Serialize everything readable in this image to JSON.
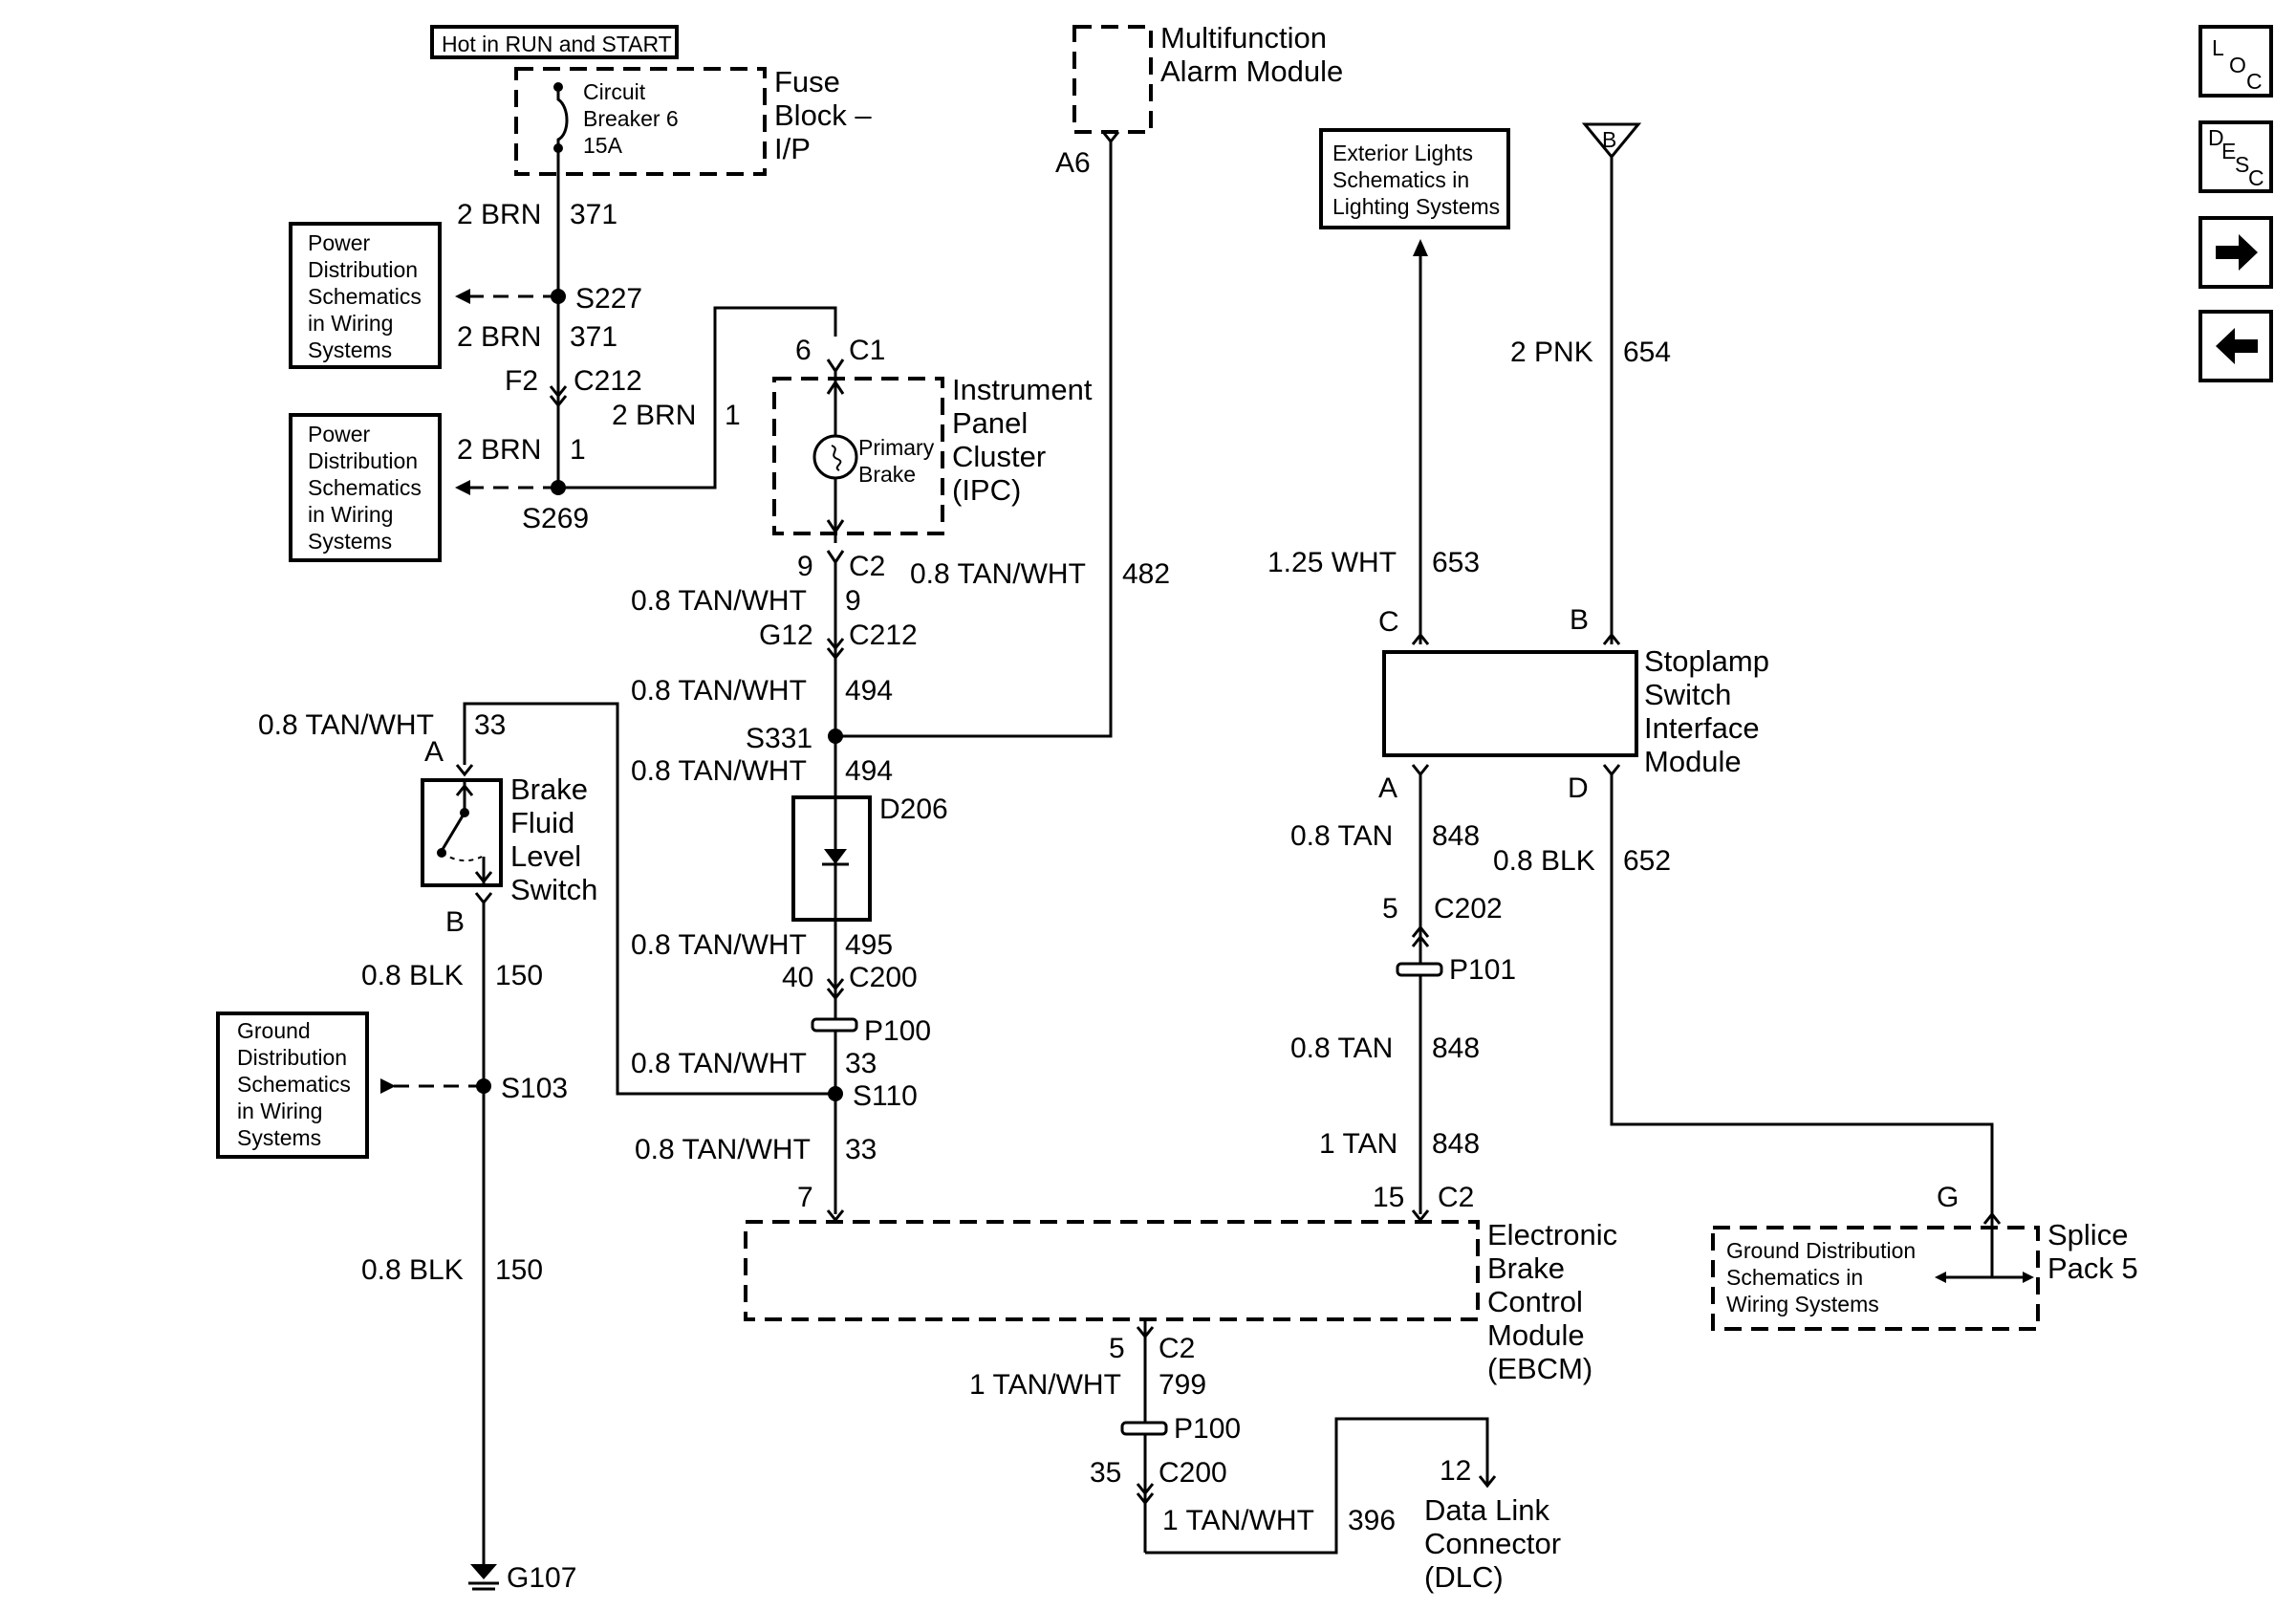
{
  "nav": {
    "loc": [
      "L",
      "O",
      "C"
    ],
    "desc": [
      "D",
      "E",
      "S",
      "C"
    ],
    "next_icon": "arrow-right-icon",
    "prev_icon": "arrow-left-icon"
  },
  "header": {
    "hot_label": "Hot in RUN and START"
  },
  "fuse_block": {
    "breaker": [
      "Circuit",
      "Breaker 6",
      "15A"
    ],
    "title": [
      "Fuse",
      "Block –",
      "I/P"
    ]
  },
  "ref_boxes": {
    "power1": [
      "Power",
      "Distribution",
      "Schematics",
      "in Wiring",
      "Systems"
    ],
    "power2": [
      "Power",
      "Distribution",
      "Schematics",
      "in Wiring",
      "Systems"
    ],
    "ground": [
      "Ground",
      "Distribution",
      "Schematics",
      "in Wiring",
      "Systems"
    ],
    "exterior": [
      "Exterior Lights",
      "Schematics in",
      "Lighting Systems"
    ],
    "ground_splice": [
      "Ground Distribution",
      "Schematics in",
      "Wiring Systems"
    ]
  },
  "components": {
    "alarm_module": [
      "Multifunction",
      "Alarm Module"
    ],
    "ipc": [
      "Instrument",
      "Panel",
      "Cluster",
      "(IPC)"
    ],
    "ipc_inner": [
      "Primary",
      "Brake"
    ],
    "brake_fluid": [
      "Brake",
      "Fluid",
      "Level",
      "Switch"
    ],
    "stoplamp": [
      "Stoplamp",
      "Switch",
      "Interface",
      "Module"
    ],
    "ebcm": [
      "Electronic",
      "Brake",
      "Control",
      "Module",
      "(EBCM)"
    ],
    "dlc": [
      "Data Link",
      "Connector",
      "(DLC)"
    ],
    "splice_pack": [
      "Splice",
      "Pack 5"
    ],
    "b_triangle": "B"
  },
  "wires": [
    {
      "color": "2 BRN",
      "circuit": "371"
    },
    {
      "color": "2 BRN",
      "circuit": "371"
    },
    {
      "color": "2 BRN",
      "circuit": "1"
    },
    {
      "color": "2 BRN",
      "circuit": "1"
    },
    {
      "color": "0.8 TAN/WHT",
      "circuit": "9"
    },
    {
      "color": "0.8 TAN/WHT",
      "circuit": "482"
    },
    {
      "color": "0.8 TAN/WHT",
      "circuit": "494"
    },
    {
      "color": "0.8 TAN/WHT",
      "circuit": "494"
    },
    {
      "color": "0.8 TAN/WHT",
      "circuit": "33"
    },
    {
      "color": "0.8 TAN/WHT",
      "circuit": "495"
    },
    {
      "color": "0.8 TAN/WHT",
      "circuit": "33"
    },
    {
      "color": "0.8 TAN/WHT",
      "circuit": "33"
    },
    {
      "color": "0.8 BLK",
      "circuit": "150"
    },
    {
      "color": "0.8 BLK",
      "circuit": "150"
    },
    {
      "color": "1 TAN/WHT",
      "circuit": "799"
    },
    {
      "color": "1 TAN/WHT",
      "circuit": "396"
    },
    {
      "color": "2 PNK",
      "circuit": "654"
    },
    {
      "color": "1.25 WHT",
      "circuit": "653"
    },
    {
      "color": "0.8 TAN",
      "circuit": "848"
    },
    {
      "color": "0.8 BLK",
      "circuit": "652"
    },
    {
      "color": "0.8 TAN",
      "circuit": "848"
    },
    {
      "color": "1 TAN",
      "circuit": "848"
    }
  ],
  "splices": [
    "S227",
    "S269",
    "S331",
    "S110",
    "S103"
  ],
  "connectors": {
    "f2": "F2",
    "c212": "C212",
    "c1_pin": "6",
    "c1": "C1",
    "c2_pin": "9",
    "c2": "C2",
    "g12": "G12",
    "c212b": "C212",
    "a6": "A6",
    "brake_a": "A",
    "brake_b": "B",
    "d206": "D206",
    "c200_pin": "40",
    "c200": "C200",
    "p100": "P100",
    "ebcm_pin7": "7",
    "ebcm_pin15": "15",
    "ebcm_c2": "C2",
    "ebcm_pin5": "5",
    "ebcm_c2b": "C2",
    "p100b": "P100",
    "c200b_pin": "35",
    "c200b": "C200",
    "dlc_pin": "12",
    "sl_c": "C",
    "sl_b": "B",
    "sl_a": "A",
    "sl_d": "D",
    "c202_pin": "5",
    "c202": "C202",
    "p101": "P101",
    "splice_g": "G",
    "ground": "G107"
  }
}
